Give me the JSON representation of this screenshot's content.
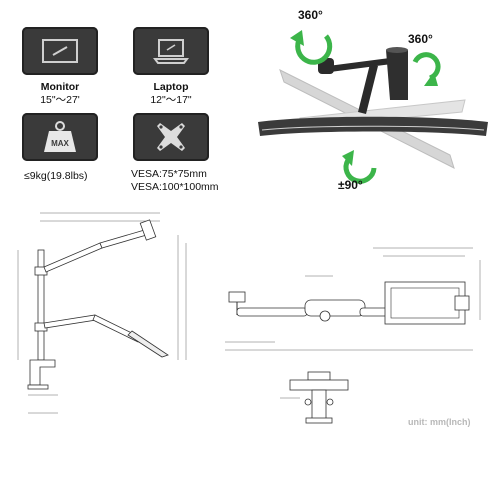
{
  "specs": {
    "monitor": {
      "icon": "monitor-icon",
      "title": "Monitor",
      "range": "15\"～27'"
    },
    "laptop": {
      "icon": "laptop-icon",
      "title": "Laptop",
      "range": "12\"～17\""
    },
    "weight": {
      "icon": "weight-icon",
      "badge": "MAX",
      "text": "≤9kg(19.8lbs)"
    },
    "vesa": {
      "icon": "vesa-icon",
      "line1": "VESA:75*75mm",
      "line2": "VESA:100*100mm"
    }
  },
  "rotations": {
    "top": "360°",
    "right": "360°",
    "tilt": "±90°"
  },
  "unit_note": "unit: mm(Inch)",
  "colors": {
    "icon_bg": "#3a3a3a",
    "arrow_green": "#3cb54a",
    "arm": "#2b2b2b"
  }
}
